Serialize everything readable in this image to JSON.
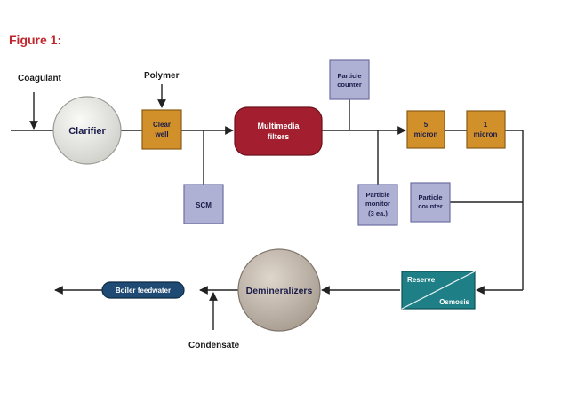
{
  "figure_label": "Figure 1:",
  "colors": {
    "figure_label": "#c0272d",
    "clarifier_fill": "#e4e4e0",
    "orange_fill": "#d1902a",
    "orange_stroke": "#8a5c17",
    "red_fill": "#a31f2f",
    "purple_fill": "#aeb0d4",
    "purple_stroke": "#6d6ea3",
    "teal_fill": "#1f7f86",
    "navy_fill": "#1e4a73",
    "demin_fill": "#bdb3a8",
    "line": "#222222"
  },
  "labels": {
    "coagulant": "Coagulant",
    "polymer": "Polymer",
    "condensate": "Condensate"
  },
  "nodes": {
    "clarifier": "Clarifier",
    "clear_well_line1": "Clear",
    "clear_well_line2": "well",
    "multimedia_line1": "Multimedia",
    "multimedia_line2": "filters",
    "five_micron_line1": "5",
    "five_micron_line2": "micron",
    "one_micron_line1": "1",
    "one_micron_line2": "micron",
    "particle_counter_top_line1": "Particle",
    "particle_counter_top_line2": "counter",
    "particle_counter_right_line1": "Particle",
    "particle_counter_right_line2": "counter",
    "particle_monitor_line1": "Particle",
    "particle_monitor_line2": "monitor",
    "particle_monitor_line3": "(3 ea.)",
    "scm": "SCM",
    "reverse_osmosis_line1": "Reserve",
    "reverse_osmosis_line2": "Osmosis",
    "demineralizers": "Demineralizers",
    "boiler_feedwater": "Boiler feedwater"
  }
}
